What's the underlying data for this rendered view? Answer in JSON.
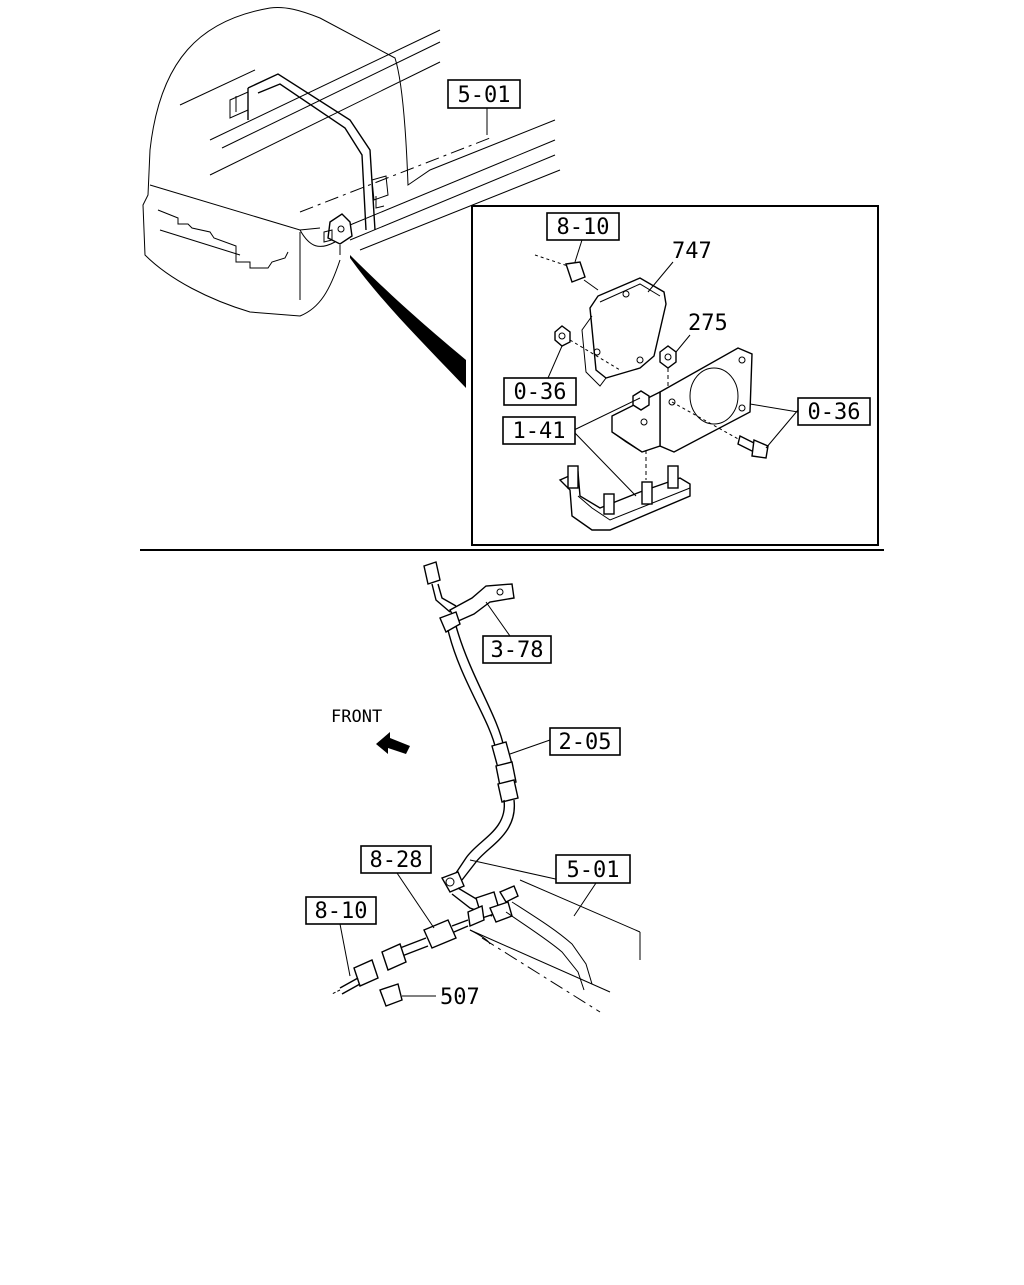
{
  "diagram": {
    "callouts": {
      "frame_top": "5-01",
      "inset_harness": "8-10",
      "inset_unit": "747",
      "inset_nut": "275",
      "inset_nut_left": "0-36",
      "inset_bolt_right": "0-36",
      "inset_bracket": "1-41",
      "clip": "3-78",
      "connector": "2-05",
      "sensor": "8-28",
      "lower_harness": "8-10",
      "frame_bottom": "5-01",
      "cap": "507"
    },
    "direction_label": "FRONT"
  }
}
